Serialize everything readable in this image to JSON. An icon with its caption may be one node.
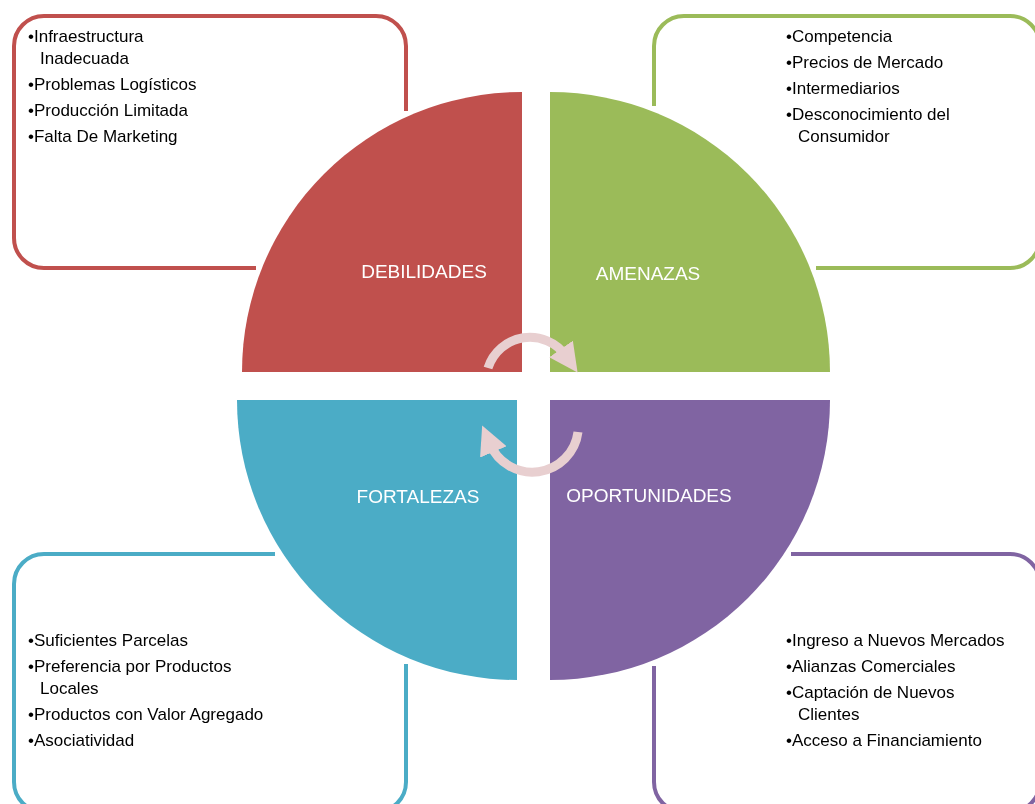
{
  "diagram": {
    "nodes": [
      {
        "text": [
          "•Infraestructura Inadecuada",
          "•Problemas Logísticos",
          "•Producción Limitada",
          "•Falta De Marketing"
        ]
      },
      {
        "text": [
          "•Competencia",
          "•Precios de Mercado",
          "•Intermediarios",
          "•Desconocimiento del Consumidor"
        ]
      },
      {
        "text": [
          "DEBILIDADES"
        ]
      },
      {
        "text": [
          "AMENAZAS"
        ]
      },
      {
        "text": [
          "FORTALEZAS"
        ]
      },
      {
        "text": [
          "OPORTUNIDADES"
        ]
      },
      {
        "text": [
          "•Suficientes Parcelas",
          "•Preferencia por Productos Locales",
          "•Productos con Valor Agregado",
          "•Asociatividad"
        ]
      },
      {
        "text": [
          "•Ingreso a Nuevos Mercados",
          "•Alianzas Comerciales",
          "•Captación de Nuevos Clientes",
          "•Acceso a Financiamiento"
        ]
      }
    ],
    "edges": [
      {
        "from": 2,
        "to": 3,
        "arrow": "to"
      },
      {
        "from": 5,
        "to": 4,
        "arrow": "to"
      }
    ]
  }
}
